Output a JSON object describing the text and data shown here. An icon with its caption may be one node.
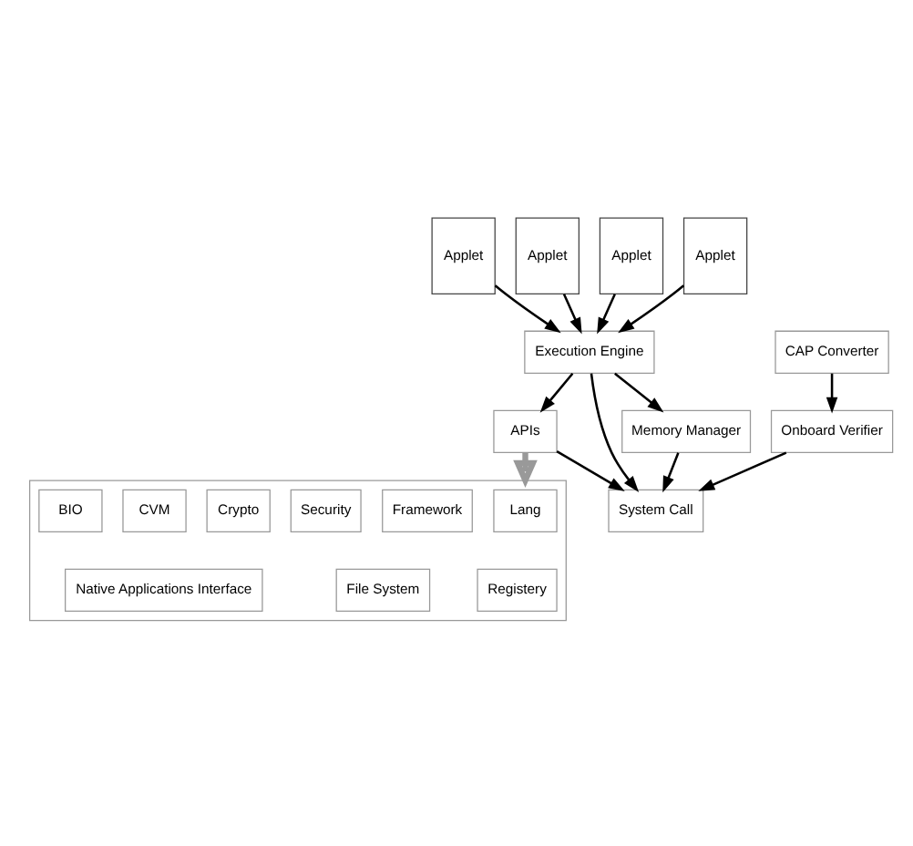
{
  "diagram": {
    "nodes": [
      {
        "text": [
          "Applet"
        ]
      },
      {
        "text": [
          "Applet"
        ]
      },
      {
        "text": [
          "Applet"
        ]
      },
      {
        "text": [
          "Applet"
        ]
      },
      {
        "text": [
          "Execution Engine"
        ]
      },
      {
        "text": [
          "CAP Converter"
        ]
      },
      {
        "text": [
          "APIs"
        ]
      },
      {
        "text": [
          "Memory Manager"
        ]
      },
      {
        "text": [
          "Onboard Verifier"
        ]
      },
      {
        "text": [
          "System Call"
        ]
      },
      {
        "text": [],
        "shape": "box"
      },
      {
        "text": [
          "Lang"
        ],
        "in": 10
      },
      {
        "text": [
          "Framework"
        ],
        "in": 10
      },
      {
        "text": [
          "Security"
        ],
        "in": 10
      },
      {
        "text": [
          "Crypto"
        ],
        "in": 10
      },
      {
        "text": [
          "CVM"
        ],
        "in": 10
      },
      {
        "text": [
          "BIO"
        ],
        "in": 10
      },
      {
        "text": [
          "Registery"
        ],
        "in": 10
      },
      {
        "text": [
          "File System"
        ],
        "in": 10
      },
      {
        "text": [
          "Native Applications Interface"
        ],
        "in": 10
      }
    ],
    "edges": [
      {
        "from": 0,
        "to": 4,
        "arrow": "to"
      },
      {
        "from": 1,
        "to": 4,
        "arrow": "to"
      },
      {
        "from": 2,
        "to": 4,
        "arrow": "to"
      },
      {
        "from": 3,
        "to": 4,
        "arrow": "to"
      },
      {
        "from": 4,
        "to": 6,
        "arrow": "to"
      },
      {
        "from": 4,
        "to": 9,
        "arrow": "to"
      },
      {
        "from": 4,
        "to": 7,
        "arrow": "to"
      },
      {
        "from": 5,
        "to": 8,
        "arrow": "to"
      },
      {
        "from": 6,
        "to": 9,
        "arrow": "to"
      },
      {
        "from": 7,
        "to": 9,
        "arrow": "to"
      },
      {
        "from": 8,
        "to": 9,
        "arrow": "to"
      },
      {
        "from": 6,
        "to": 10,
        "arrow": "to",
        "style": "thick",
        "color": "#999999"
      }
    ]
  }
}
